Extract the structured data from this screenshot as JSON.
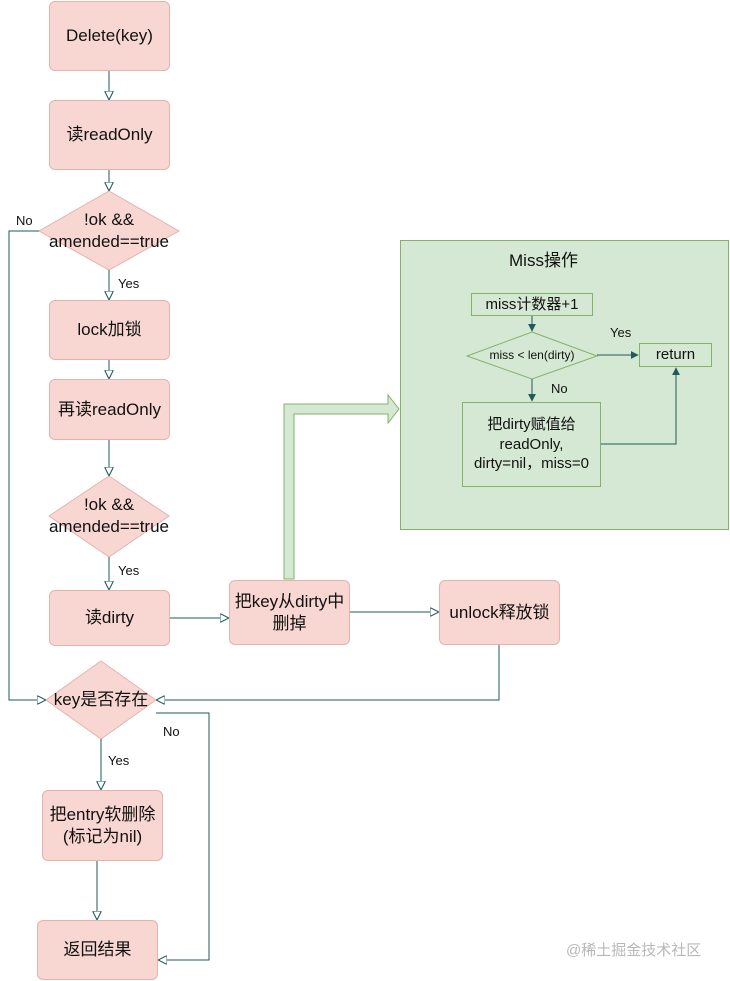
{
  "nodes": {
    "delete": "Delete(key)",
    "read_readonly": "读readOnly",
    "check1_line1": "!ok &&",
    "check1_line2": "amended==true",
    "lock": "lock加锁",
    "reread_readonly": "再读readOnly",
    "check2_line1": "!ok &&",
    "check2_line2": "amended==true",
    "read_dirty": "读dirty",
    "delete_from_dirty_line1": "把key从dirty中",
    "delete_from_dirty_line2": "删掉",
    "unlock": "unlock释放锁",
    "key_exists": "key是否存在",
    "soft_delete_line1": "把entry软删除",
    "soft_delete_line2": "(标记为nil)",
    "return_result": "返回结果"
  },
  "miss_panel": {
    "title": "Miss操作",
    "counter": "miss计数器+1",
    "condition": "miss < len(dirty)",
    "return": "return",
    "assign_line1": "把dirty赋值给",
    "assign_line2": "readOnly,",
    "assign_line3": "dirty=nil，miss=0"
  },
  "edge_labels": {
    "no_check1": "No",
    "yes_check1": "Yes",
    "yes_check2": "Yes",
    "no_key_exists": "No",
    "yes_key_exists": "Yes",
    "yes_miss": "Yes",
    "no_miss": "No"
  },
  "watermark": "@稀土掘金技术社区",
  "colors": {
    "node_fill": "#f8d7d2",
    "node_stroke": "#e3b3ad",
    "panel_fill": "#d5e8d4",
    "panel_stroke": "#82b366",
    "edge": "#1f5a5a"
  }
}
